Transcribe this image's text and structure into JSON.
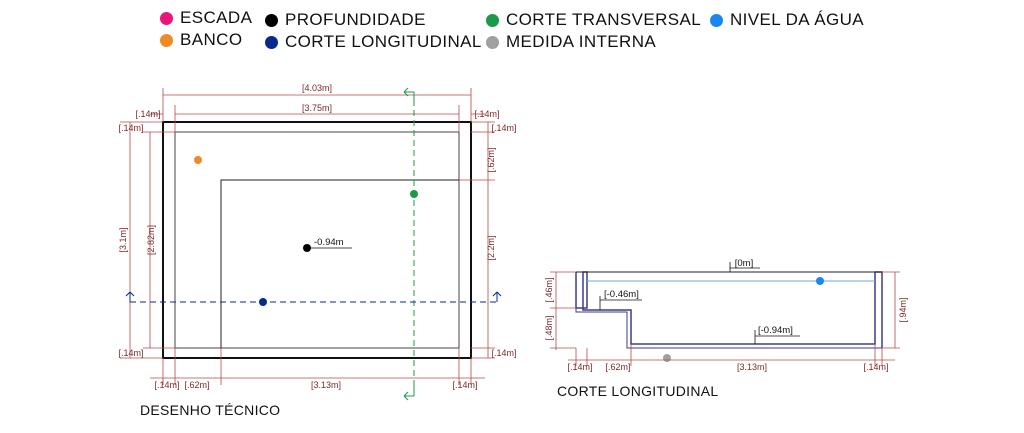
{
  "legend": {
    "escada": {
      "label": "ESCADA",
      "color": "#e8157a"
    },
    "banco": {
      "label": "BANCO",
      "color": "#f08a24"
    },
    "profundidade": {
      "label": "PROFUNDIDADE",
      "color": "#000000"
    },
    "corte_longitudinal": {
      "label": "CORTE LONGITUDINAL",
      "color": "#0a2a8a"
    },
    "corte_transversal": {
      "label": "CORTE TRANSVERSAL",
      "color": "#1a9a4a"
    },
    "medida_interna": {
      "label": "MEDIDA INTERNA",
      "color": "#a0a0a0"
    },
    "nivel_agua": {
      "label": "NIVEL DA ÁGUA",
      "color": "#1a86f0"
    }
  },
  "plan": {
    "caption": "DESENHO TÉCNICO",
    "total_width": "[4.03m]",
    "inner_width": "[3.75m]",
    "wall_top_left": "[.14m]",
    "wall_top_right": "[.14m]",
    "wall_left_top": "[.14m]",
    "wall_right_top": "[.14m]",
    "bench_depth": "[.62m]",
    "total_height": "[3.1m]",
    "inner_height": "[2.82m]",
    "deep_height": "[2.2m]",
    "wall_left_bottom": "[.14m]",
    "wall_right_bottom": "[.14m]",
    "bottom_wall_left": "[.14m]",
    "bottom_bench": "[.62m]",
    "bottom_deep": "[3.13m]",
    "bottom_wall_right": "[.14m]",
    "depth_label": "-0.94m"
  },
  "section": {
    "caption": "CORTE LONGITUDINAL",
    "water_level": "[0m]",
    "bench_level": "[-0.46m]",
    "floor_level": "[-0.94m]",
    "left_upper": "[.46m]",
    "left_lower": "[.48m]",
    "right_total": "[.94m]",
    "bottom_wall_left": "[.14m]",
    "bottom_bench": "[.62m]",
    "bottom_deep": "[3.13m]",
    "bottom_wall_right": "[.14m]"
  }
}
